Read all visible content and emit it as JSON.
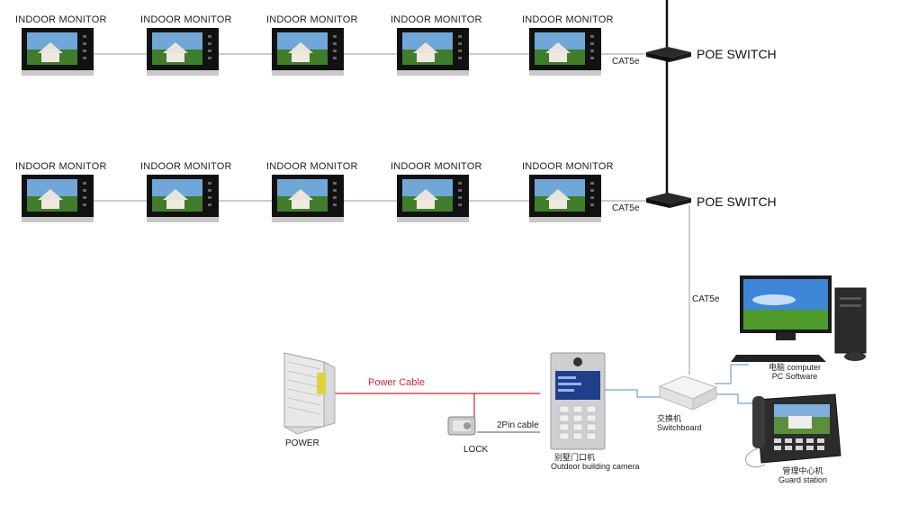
{
  "monitors_row1": [
    {
      "label": "INDOOR MONITOR"
    },
    {
      "label": "INDOOR MONITOR"
    },
    {
      "label": "INDOOR MONITOR"
    },
    {
      "label": "INDOOR MONITOR"
    },
    {
      "label": "INDOOR MONITOR"
    }
  ],
  "monitors_row2": [
    {
      "label": "INDOOR MONITOR"
    },
    {
      "label": "INDOOR MONITOR"
    },
    {
      "label": "INDOOR MONITOR"
    },
    {
      "label": "INDOOR MONITOR"
    },
    {
      "label": "INDOOR MONITOR"
    }
  ],
  "switches": [
    {
      "label": "POE SWITCH",
      "cable": "CAT5e"
    },
    {
      "label": "POE SWITCH",
      "cable": "CAT5e"
    }
  ],
  "vertical_cable": "CAT5e",
  "power": {
    "label": "POWER",
    "cable": "Power Cable"
  },
  "lock": {
    "label": "LOCK",
    "cable": "2Pin cable"
  },
  "outdoor": {
    "label_cn": "别墅门口机",
    "label_en": "Outdoor building camera"
  },
  "switchboard": {
    "label_cn": "交换机",
    "label_en": "Switchboard"
  },
  "computer": {
    "label_cn": "电脑 computer",
    "label_en": "PC Software"
  },
  "guard": {
    "label_cn": "管理中心机",
    "label_en": "Guard station"
  },
  "colors": {
    "power_cable": "#d8252f",
    "network_cable": "#7fb6e6",
    "trunk": "#111111"
  }
}
